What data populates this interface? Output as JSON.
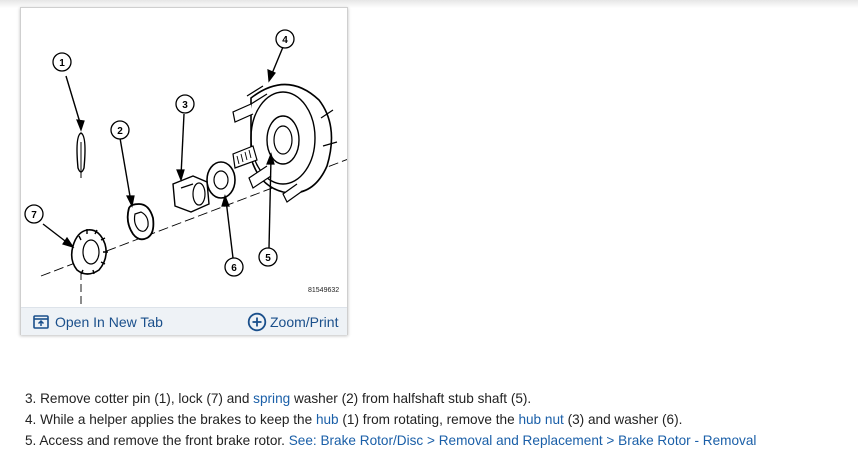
{
  "figure": {
    "image_code": "81549632",
    "callouts": [
      "1",
      "2",
      "3",
      "4",
      "5",
      "6",
      "7"
    ],
    "toolbar": {
      "open_label": "Open In New Tab",
      "zoom_label": "Zoom/Print",
      "open_icon": "open-in-new-tab-icon",
      "zoom_icon": "zoom-plus-icon"
    }
  },
  "instructions": {
    "step3": {
      "a": "3. Remove cotter pin (1), lock (7) and ",
      "link": "spring",
      "b": " washer (2) from halfshaft stub shaft (5)."
    },
    "step4": {
      "a": "4. While a helper applies the brakes to keep the ",
      "link1": "hub",
      "b": " (1) from rotating, remove the ",
      "link2": "hub nut",
      "c": " (3) and washer (6)."
    },
    "step5": {
      "a": "5. Access and remove the front brake rotor. ",
      "link": "See: Brake Rotor/Disc > Removal and Replacement > Brake Rotor - Removal"
    }
  },
  "colors": {
    "link": "#1a5fa8",
    "toolbar_text": "#1a4f8b",
    "toolbar_bg": "#eef2f6"
  }
}
